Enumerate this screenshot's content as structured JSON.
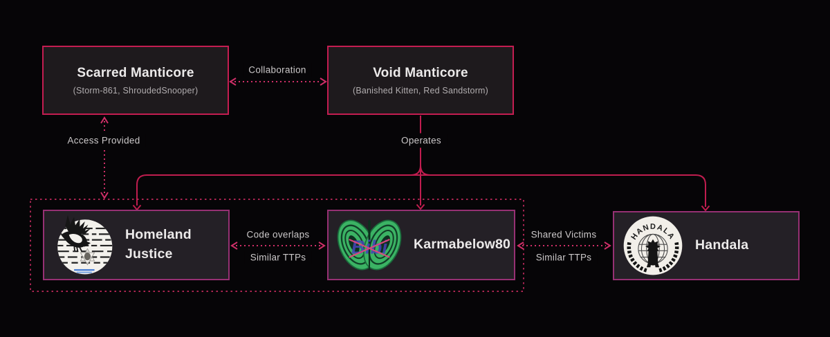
{
  "colors": {
    "bg": "#060507",
    "box_fill_top": "#1e1a1d",
    "box_fill_bottom": "#242026",
    "top_border": "#c41d51",
    "bottom_border": "#963073",
    "solid_line": "#c01d4f",
    "dotted_line": "#cf2f68",
    "group_line": "#c32a5e",
    "title_text": "#eceaea",
    "subtitle_text": "#b1adaf",
    "label_text": "#cbc8c9",
    "butterfly_green": "#3bb364",
    "bibi_blue": "#4444b6",
    "x_pink": "#e0487e"
  },
  "nodes": {
    "scarred_manticore": {
      "title": "Scarred Manticore",
      "subtitle": "(Storm-861, ShroudedSnooper)"
    },
    "void_manticore": {
      "title": "Void Manticore",
      "subtitle": "(Banished Kitten, Red Sandstorm)"
    },
    "homeland_justice": {
      "title": "Homeland Justice",
      "logo": "eagle-redacted-document-logo"
    },
    "karmabelow80": {
      "title": "Karmabelow80",
      "logo": "green-butterfly-logo",
      "logo_text": "Bibi"
    },
    "handala": {
      "title": "Handala",
      "logo": "handala-wreath-globe-logo",
      "logo_text": "HANDALA"
    }
  },
  "edges": {
    "collaboration": {
      "label": "Collaboration"
    },
    "access_provided": {
      "label": "Access Provided"
    },
    "operates": {
      "label": "Operates"
    },
    "code_overlaps": {
      "label_top": "Code overlaps",
      "label_bottom": "Similar TTPs"
    },
    "shared_victims": {
      "label_top": "Shared Victims",
      "label_bottom": "Similar TTPs"
    }
  }
}
